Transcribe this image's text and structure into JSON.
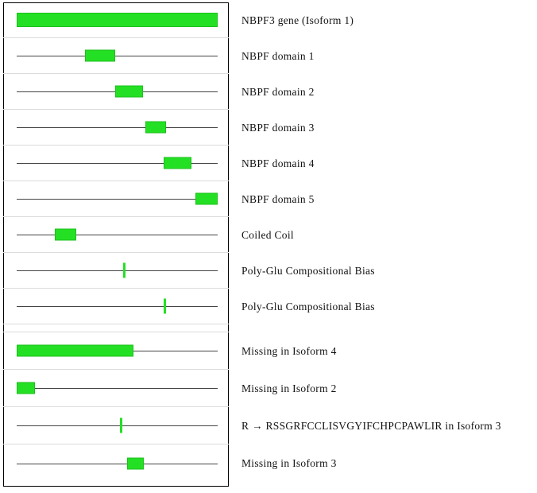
{
  "figure": {
    "title": "NBPF3 protein feature diagram",
    "colors": {
      "feature_fill": "#24e024",
      "feature_border": "#1bc01b",
      "sequence_line": "#444444",
      "separator": "#dcdcdc",
      "panel_border": "#000000",
      "background": "#ffffff"
    },
    "rows": [
      {
        "label": "NBPF3 gene (Isoform 1)",
        "kind": "bar",
        "start": 0.0,
        "end": 1.0,
        "group": 1
      },
      {
        "label": "NBPF domain 1",
        "kind": "box",
        "start": 0.34,
        "end": 0.49,
        "group": 1
      },
      {
        "label": "NBPF domain 2",
        "kind": "box",
        "start": 0.49,
        "end": 0.63,
        "group": 1
      },
      {
        "label": "NBPF domain 3",
        "kind": "box",
        "start": 0.64,
        "end": 0.745,
        "group": 1
      },
      {
        "label": "NBPF domain 4",
        "kind": "box",
        "start": 0.73,
        "end": 0.87,
        "group": 1
      },
      {
        "label": "NBPF domain 5",
        "kind": "box",
        "start": 0.89,
        "end": 1.0,
        "group": 1
      },
      {
        "label": "Coiled Coil",
        "kind": "box",
        "start": 0.19,
        "end": 0.295,
        "group": 1
      },
      {
        "label": "Poly-Glu Compositional Bias",
        "kind": "tick",
        "start": 0.528,
        "end": 0.544,
        "group": 1
      },
      {
        "label": "Poly-Glu Compositional Bias",
        "kind": "tick",
        "start": 0.732,
        "end": 0.748,
        "group": 1
      },
      {
        "label": "Missing in Isoform 4",
        "kind": "box",
        "start": 0.0,
        "end": 0.58,
        "group": 2,
        "gap_before": true
      },
      {
        "label": "Missing in Isoform 2",
        "kind": "box",
        "start": 0.0,
        "end": 0.092,
        "group": 2
      },
      {
        "label": "R → RSSGRFCCLISVGYIFCHPCPAWLIR in Isoform 3",
        "kind": "tick",
        "start": 0.512,
        "end": 0.528,
        "group": 2
      },
      {
        "label": "Missing in Isoform 3",
        "kind": "box",
        "start": 0.548,
        "end": 0.632,
        "group": 2
      }
    ]
  }
}
